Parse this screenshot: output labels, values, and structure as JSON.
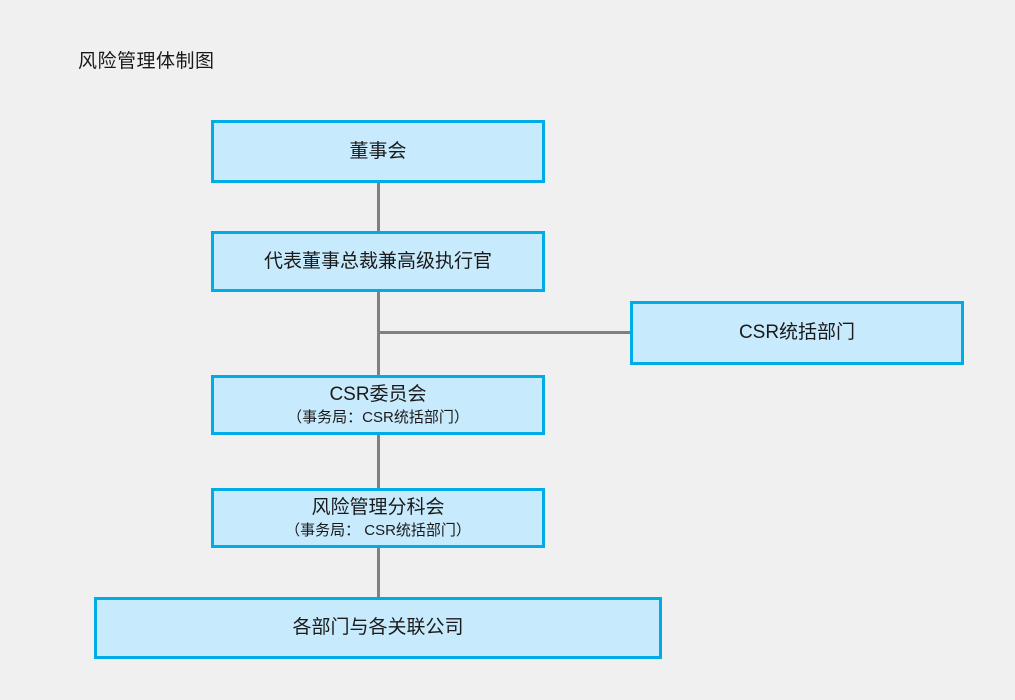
{
  "title": "风险管理体制图",
  "colors": {
    "background": "#f0f0f0",
    "node_fill": "#c8eafd",
    "node_border": "#00ace8",
    "connector": "#808080",
    "text": "#1a1a1a"
  },
  "nodes": {
    "board": {
      "title": "董事会",
      "sub": ""
    },
    "ceo": {
      "title": "代表董事总裁兼高级执行官",
      "sub": ""
    },
    "csr_dept": {
      "title": "CSR统括部门",
      "sub": ""
    },
    "csr_committee": {
      "title": "CSR委员会",
      "sub": "（事务局：CSR统括部门）"
    },
    "risk_subcommittee": {
      "title": "风险管理分科会",
      "sub": "（事务局： CSR统括部门）"
    },
    "departments": {
      "title": "各部门与各关联公司",
      "sub": ""
    }
  }
}
